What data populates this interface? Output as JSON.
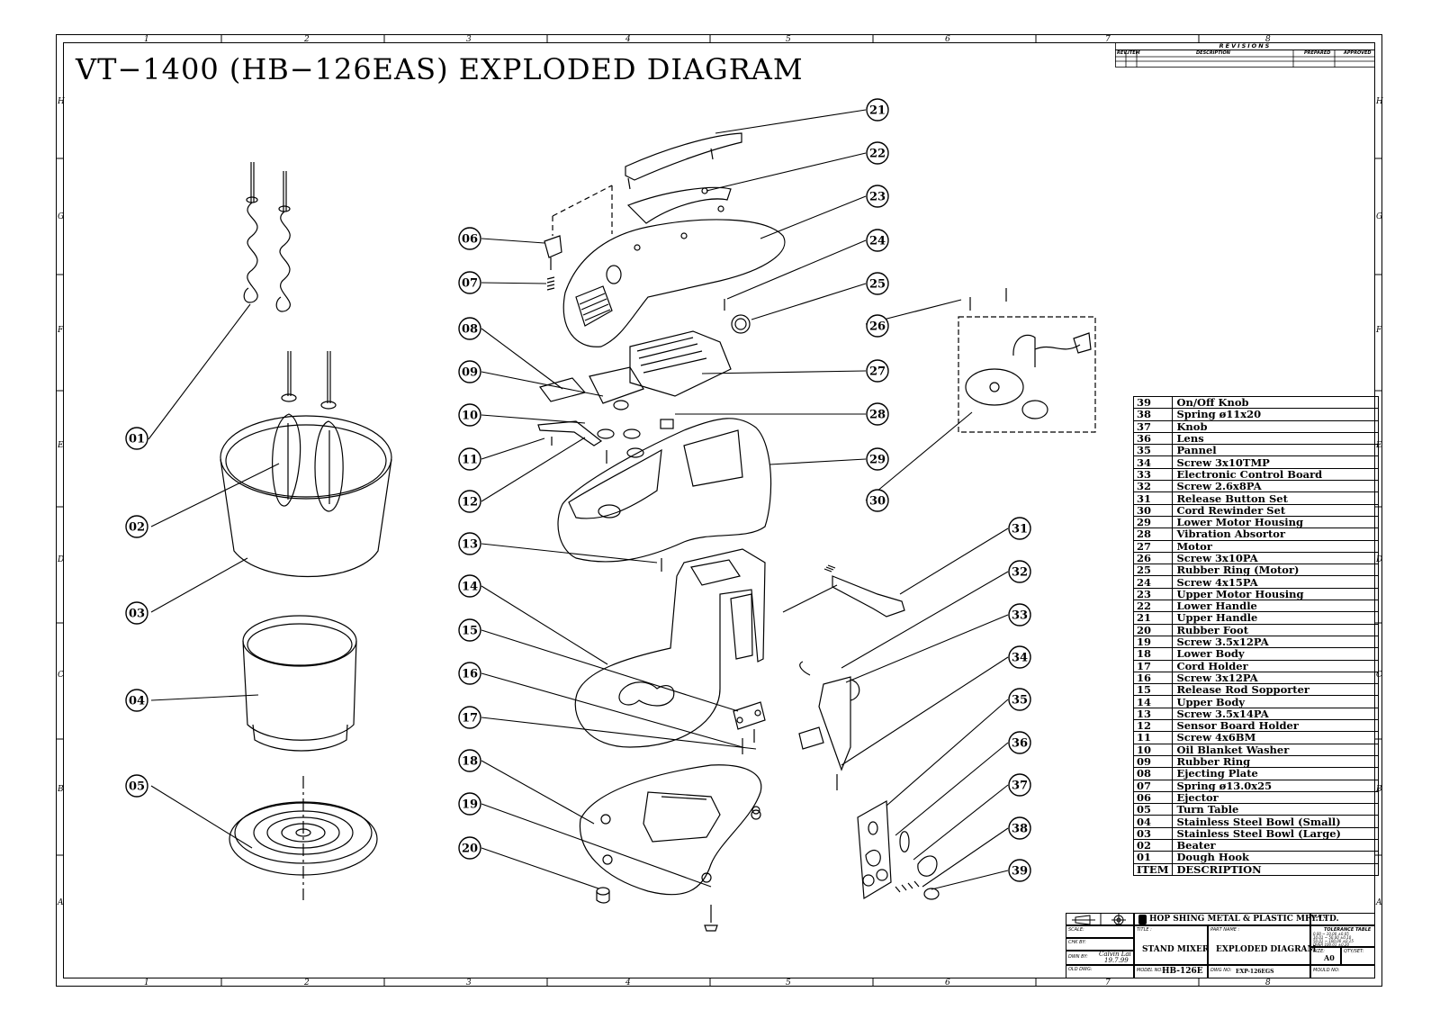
{
  "title": "VT−1400 (HB−126EAS) EXPLODED DIAGRAM",
  "zones": {
    "columns": [
      "1",
      "2",
      "3",
      "4",
      "5",
      "6",
      "7",
      "8"
    ],
    "rows": [
      "H",
      "G",
      "F",
      "E",
      "D",
      "C",
      "B",
      "A"
    ]
  },
  "callouts": [
    "01",
    "02",
    "03",
    "04",
    "05",
    "06",
    "07",
    "08",
    "09",
    "10",
    "11",
    "12",
    "13",
    "14",
    "15",
    "16",
    "17",
    "18",
    "19",
    "20",
    "21",
    "22",
    "23",
    "24",
    "25",
    "26",
    "27",
    "28",
    "29",
    "30",
    "31",
    "32",
    "33",
    "34",
    "35",
    "36",
    "37",
    "38",
    "39"
  ],
  "parts_list": {
    "header": {
      "item": "ITEM",
      "description": "DESCRIPTION"
    },
    "rows": [
      {
        "item": "39",
        "description": "On/Off Knob"
      },
      {
        "item": "38",
        "description": "Spring ø11x20"
      },
      {
        "item": "37",
        "description": "Knob"
      },
      {
        "item": "36",
        "description": "Lens"
      },
      {
        "item": "35",
        "description": "Pannel"
      },
      {
        "item": "34",
        "description": "Screw 3x10TMP"
      },
      {
        "item": "33",
        "description": "Electronic Control Board"
      },
      {
        "item": "32",
        "description": "Screw 2.6x8PA"
      },
      {
        "item": "31",
        "description": "Release Button Set"
      },
      {
        "item": "30",
        "description": "Cord Rewinder Set"
      },
      {
        "item": "29",
        "description": "Lower Motor Housing"
      },
      {
        "item": "28",
        "description": "Vibration Absortor"
      },
      {
        "item": "27",
        "description": "Motor"
      },
      {
        "item": "26",
        "description": "Screw 3x10PA"
      },
      {
        "item": "25",
        "description": "Rubber Ring (Motor)"
      },
      {
        "item": "24",
        "description": "Screw 4x15PA"
      },
      {
        "item": "23",
        "description": "Upper Motor Housing"
      },
      {
        "item": "22",
        "description": "Lower Handle"
      },
      {
        "item": "21",
        "description": "Upper Handle"
      },
      {
        "item": "20",
        "description": "Rubber Foot"
      },
      {
        "item": "19",
        "description": "Screw 3.5x12PA"
      },
      {
        "item": "18",
        "description": "Lower Body"
      },
      {
        "item": "17",
        "description": "Cord Holder"
      },
      {
        "item": "16",
        "description": "Screw 3x12PA"
      },
      {
        "item": "15",
        "description": "Release Rod Sopporter"
      },
      {
        "item": "14",
        "description": "Upper Body"
      },
      {
        "item": "13",
        "description": "Screw 3.5x14PA"
      },
      {
        "item": "12",
        "description": "Sensor Board Holder"
      },
      {
        "item": "11",
        "description": "Screw 4x6BM"
      },
      {
        "item": "10",
        "description": "Oil Blanket Washer"
      },
      {
        "item": "09",
        "description": "Rubber Ring"
      },
      {
        "item": "08",
        "description": "Ejecting Plate"
      },
      {
        "item": "07",
        "description": "Spring ø13.0x25"
      },
      {
        "item": "06",
        "description": "Ejector"
      },
      {
        "item": "05",
        "description": "Turn Table"
      },
      {
        "item": "04",
        "description": "Stainless Steel Bowl (Small)"
      },
      {
        "item": "03",
        "description": "Stainless Steel Bowl (Large)"
      },
      {
        "item": "02",
        "description": "Beater"
      },
      {
        "item": "01",
        "description": "Dough Hook"
      }
    ]
  },
  "revisions": {
    "title": "REVISIONS",
    "headers": [
      "REV.",
      "ITEM",
      "DESCRIPTION",
      "PREPARED",
      "APPROVED"
    ]
  },
  "title_block": {
    "company": "HOP SHING METAL & PLASTIC MFY.LTD.",
    "matl_label": "MAT'L:",
    "scale_label": "SCALE:",
    "chk_label": "CHK BY:",
    "dwn_label": "DWN BY:",
    "dwn_name": "Calvin Lai",
    "dwn_date": "19.7.99",
    "old_dwg_label": "OLD DWG:",
    "title_label": "TITLE :",
    "title_value": "STAND MIXER",
    "part_name_label": "PART NAME :",
    "part_name_value": "EXPLODED DIAGRAM",
    "model_label": "MODEL NO:",
    "model_value": "HB-126E",
    "dwg_label": "DWG NO:",
    "dwg_value": "EXP-126EGS",
    "tolerance_title": "TOLERANCE TABLE",
    "tolerance_rows": [
      "0.00 ~ 10.00  ±0.05",
      "10.01 ~ 50.00  ±0.10",
      "50.01 ~ 100.00  ±0.15",
      "OVER 100.01  ±0.20"
    ],
    "size_label": "SIZE:",
    "size_value": "A0",
    "qty_label": "QTY/SET:",
    "mould_label": "MOULD NO:"
  }
}
